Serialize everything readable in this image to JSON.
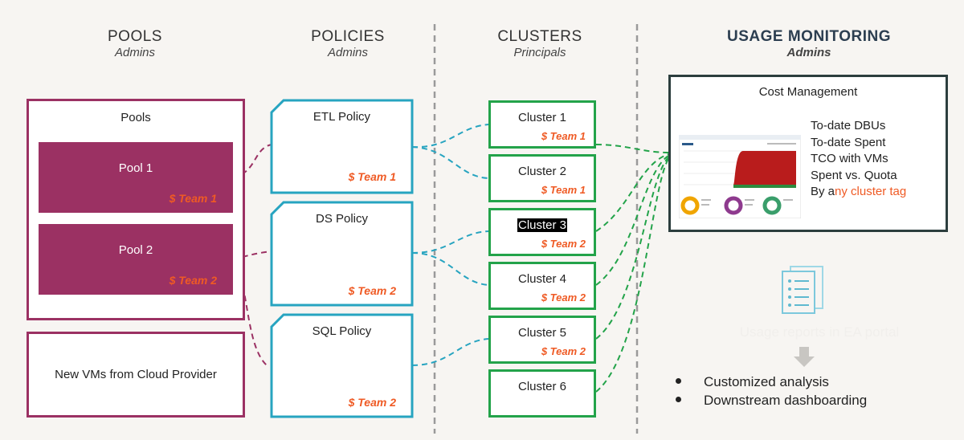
{
  "columns": {
    "pools": {
      "title": "POOLS",
      "subtitle": "Admins"
    },
    "policies": {
      "title": "POLICIES",
      "subtitle": "Admins"
    },
    "clusters": {
      "title": "CLUSTERS",
      "subtitle": "Principals"
    },
    "usage": {
      "title": "USAGE MONITORING",
      "subtitle": "Admins"
    }
  },
  "pools": {
    "container_label": "Pools",
    "items": [
      {
        "name": "Pool 1",
        "team": "$ Team 1"
      },
      {
        "name": "Pool 2",
        "team": "$ Team 2"
      }
    ],
    "vm_box_label": "New VMs from Cloud Provider"
  },
  "policies": [
    {
      "name": "ETL Policy",
      "team": "$ Team 1"
    },
    {
      "name": "DS Policy",
      "team": "$ Team 2"
    },
    {
      "name": "SQL Policy",
      "team": "$ Team 2"
    }
  ],
  "clusters": [
    {
      "name": "Cluster 1",
      "team": "$ Team 1"
    },
    {
      "name": "Cluster 2",
      "team": "$ Team 1"
    },
    {
      "name": "Cluster 3",
      "team": "$ Team 2"
    },
    {
      "name": "Cluster 4",
      "team": "$ Team 2"
    },
    {
      "name": "Cluster 5",
      "team": "$ Team 2"
    },
    {
      "name": "Cluster 6",
      "team": ""
    }
  ],
  "cost": {
    "title": "Cost Management",
    "metrics": [
      "To-date DBUs",
      "To-date Spent",
      "TCO with VMs",
      "Spent vs. Quota"
    ],
    "last_metric_prefix": "By a",
    "last_metric_highlight": "ny cluster tag"
  },
  "reports": {
    "label": "Usage reports in EA portal",
    "bullets": [
      "Customized analysis",
      "Downstream dashboarding"
    ]
  },
  "colors": {
    "pool": "#9b3163",
    "policy": "#27a4c0",
    "cluster": "#23a34a",
    "team_label": "#ef5a24",
    "cost_border": "#2c3e3e",
    "divider": "#9a9a9a"
  },
  "icons": {
    "document": "document-list-icon",
    "arrow": "down-arrow-icon"
  }
}
